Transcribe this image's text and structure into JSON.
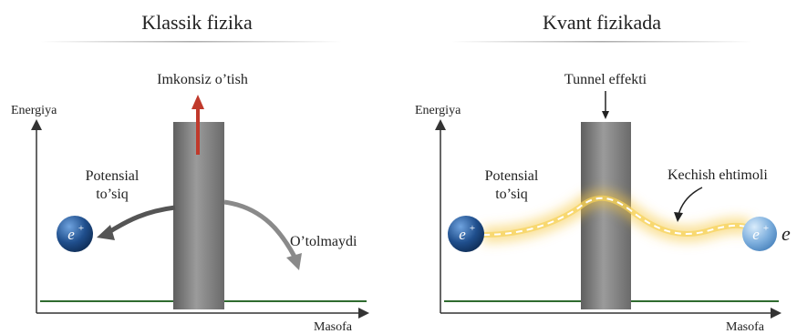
{
  "left_panel": {
    "title": "Klassik fizika",
    "y_axis_label": "Energiya",
    "x_axis_label": "Masofa",
    "top_label": "Imkonsiz o’tish",
    "barrier_label_line1": "Potensial",
    "barrier_label_line2": "to’siq",
    "side_label": "O’tolmaydi",
    "particle_symbol": "e",
    "particle_charge": "+"
  },
  "right_panel": {
    "title": "Kvant fizikada",
    "y_axis_label": "Energiya",
    "x_axis_label": "Masofa",
    "top_label": "Tunnel effekti",
    "barrier_label_line1": "Potensial",
    "barrier_label_line2": "to’siq",
    "side_label": "Kechish ehtimoli",
    "particle_symbol": "e",
    "particle_charge": "+",
    "outgoing_symbol": "e"
  },
  "colors": {
    "barrier": "#7a7a7a",
    "ground_line": "#2f6b2f",
    "particle_dark": "#1f4e8c",
    "particle_light": "#7fb0de",
    "up_arrow": "#c0392b",
    "wave_glow": "#f5c842",
    "axis": "#333333",
    "separator": "#bbbbbb"
  }
}
